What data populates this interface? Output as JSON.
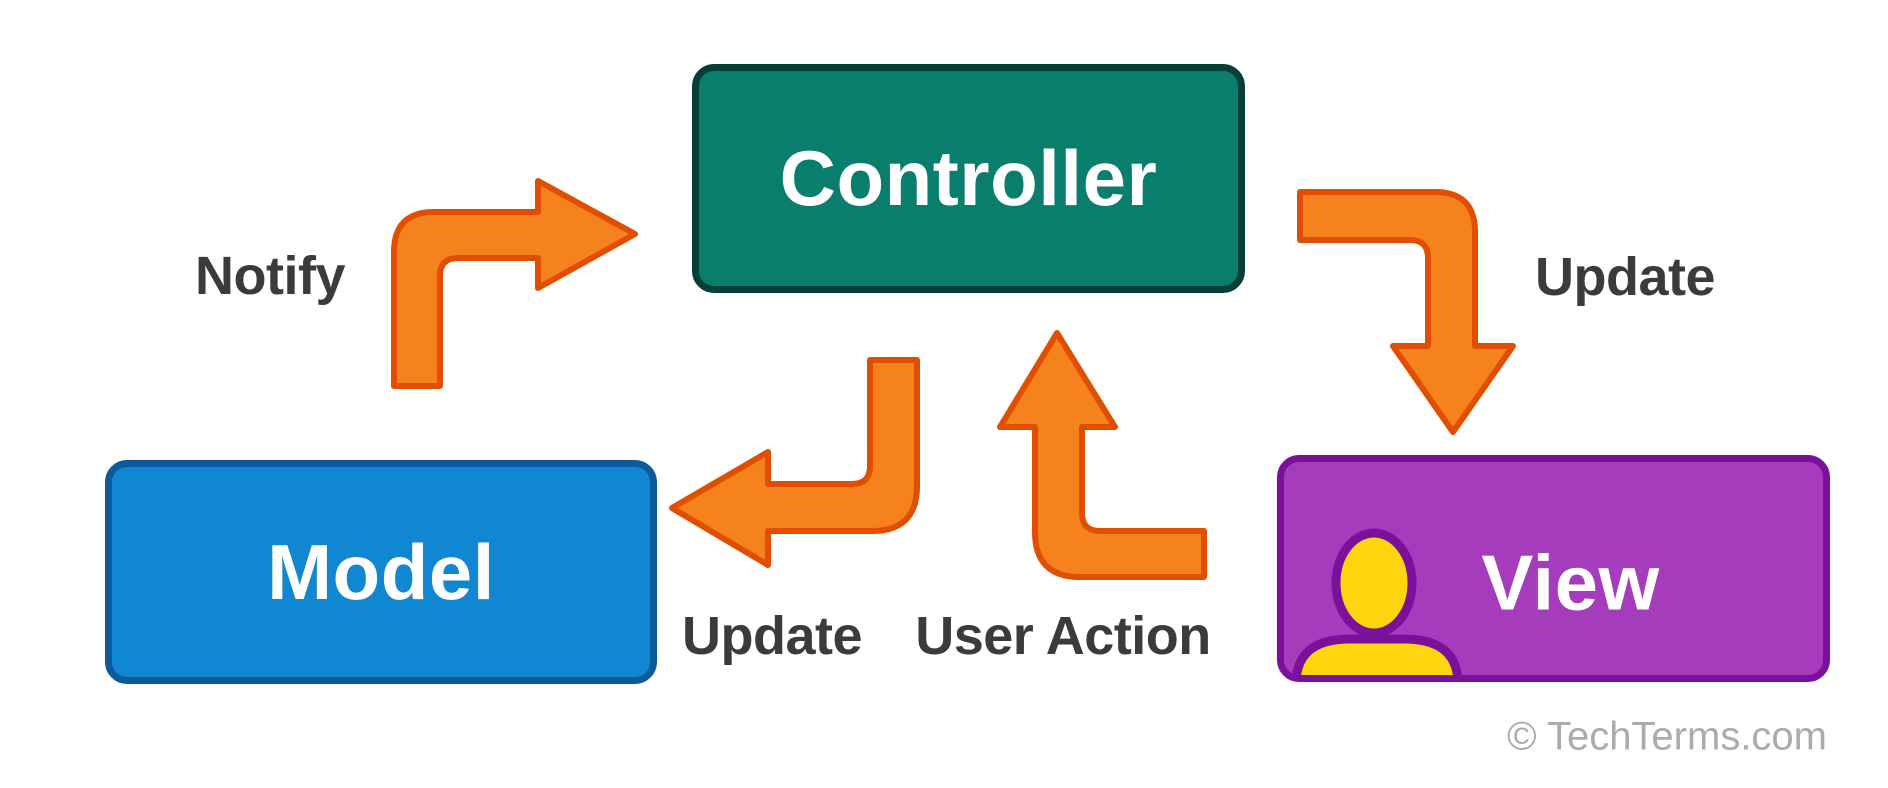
{
  "nodes": [
    {
      "id": "controller",
      "label": "Controller"
    },
    {
      "id": "model",
      "label": "Model"
    },
    {
      "id": "view",
      "label": "View"
    }
  ],
  "edges": [
    {
      "id": "notify",
      "label": "Notify",
      "from": "model",
      "to": "controller"
    },
    {
      "id": "update-view",
      "label": "Update",
      "from": "controller",
      "to": "view"
    },
    {
      "id": "update-model",
      "label": "Update",
      "from": "controller",
      "to": "model"
    },
    {
      "id": "user-action",
      "label": "User Action",
      "from": "view",
      "to": "controller"
    }
  ],
  "credit": "© TechTerms.com",
  "icons": [
    {
      "name": "user-icon",
      "location": "view-node"
    }
  ],
  "colors": {
    "background": "#ffffff",
    "arrow_fill": "#F6821E",
    "arrow_stroke": "#E04F00",
    "controller_fill": "#0A7E6D",
    "controller_stroke": "#063F36",
    "model_fill": "#1287D1",
    "model_stroke": "#0C5A9A",
    "view_fill": "#A43CBC",
    "view_stroke": "#7A119B",
    "user_icon_fill": "#FFD60E",
    "user_icon_stroke": "#7A119B",
    "node_text": "#FFFFFF",
    "edge_label": "#3B3B3B",
    "credit_text": "#ABABAB"
  }
}
